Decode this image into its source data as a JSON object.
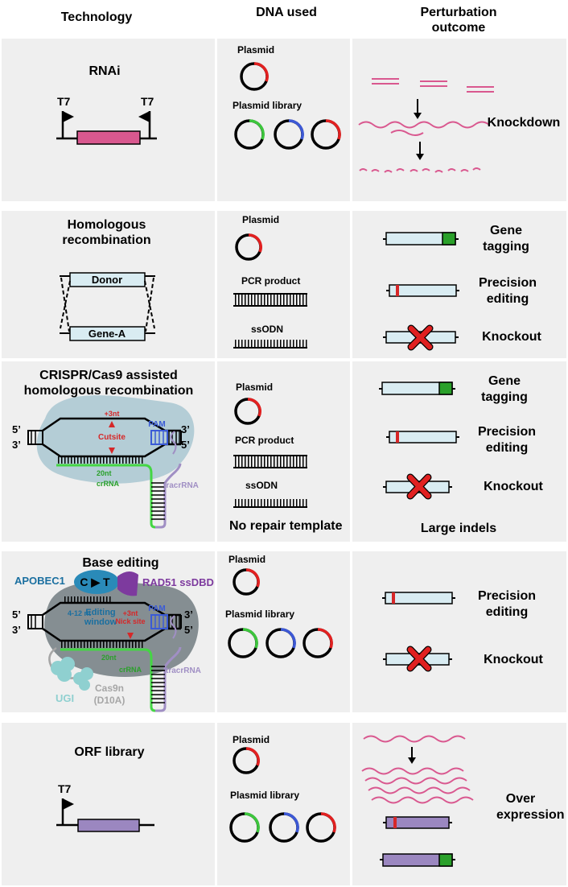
{
  "headers": {
    "technology": "Technology",
    "dna_used": "DNA used",
    "outcome": "Perturbation outcome"
  },
  "colors": {
    "panel": "#efefef",
    "rnai_insert": "#d9588f",
    "mrna": "#d9588f",
    "gene_box": "#d9ecf2",
    "tag": "#2aa02a",
    "edit": "#d62728",
    "knockout_x": "#e02020",
    "orf_box": "#9b87c0",
    "cas9_blob": "#b4cdd6",
    "cas9n_blob": "#858e92",
    "crRNA": "#44d644",
    "tracrRNA": "#a08fc4",
    "pam": "#3b5bd6",
    "apobec": "#2a8ab8",
    "rad51": "#7d3a9e",
    "ugi": "#8fd0d0",
    "plasmid_green": "#3cc63c",
    "plasmid_blue": "#3c58d6",
    "plasmid_red": "#e22020"
  },
  "rows": {
    "rnai": {
      "title": "RNAi",
      "promoter_left": "T7",
      "promoter_right": "T7",
      "dna": {
        "plasmid": "Plasmid",
        "library": "Plasmid library"
      },
      "outcome": "Knockdown"
    },
    "hr": {
      "title": "Homologous recombination",
      "donor": "Donor",
      "gene": "Gene-A",
      "dna": {
        "plasmid": "Plasmid",
        "pcr": "PCR product",
        "ssodn": "ssODN"
      },
      "outcomes": {
        "tagging": "Gene tagging",
        "precision": "Precision editing",
        "knockout": "Knockout"
      }
    },
    "crispr": {
      "title": "CRISPR/Cas9 assisted homologous recombination",
      "five_prime": "5’",
      "three_prime": "3’",
      "plus3nt": "+3nt",
      "cutsite": "Cutsite",
      "pam": "PAM",
      "nt20": "20nt",
      "crRNA": "crRNA",
      "tracrRNA": "tracrRNA",
      "dna": {
        "plasmid": "Plasmid",
        "pcr": "PCR product",
        "ssodn": "ssODN",
        "none": "No repair template"
      },
      "outcomes": {
        "tagging": "Gene tagging",
        "precision": "Precision editing",
        "knockout": "Knockout",
        "indels": "Large indels"
      }
    },
    "base": {
      "title": "Base editing",
      "apobec": "APOBEC1",
      "rad51": "RAD51 ssDBD",
      "ct": "C ▶ T",
      "nt412": "4-12 nt",
      "editing_window": "Editing window",
      "plus3nt": "+3nt",
      "nicksite": "Nick site",
      "pam": "PAM",
      "nt20": "20nt",
      "crRNA": "crRNA",
      "tracrRNA": "tracrRNA",
      "ugi": "UGI",
      "cas9n": "Cas9n (D10A)",
      "five_prime": "5’",
      "three_prime": "3’",
      "dna": {
        "plasmid": "Plasmid",
        "library": "Plasmid library"
      },
      "outcomes": {
        "precision": "Precision editing",
        "knockout": "Knockout"
      }
    },
    "orf": {
      "title": "ORF library",
      "promoter": "T7",
      "dna": {
        "plasmid": "Plasmid",
        "library": "Plasmid library"
      },
      "outcome": "Over expression"
    }
  }
}
